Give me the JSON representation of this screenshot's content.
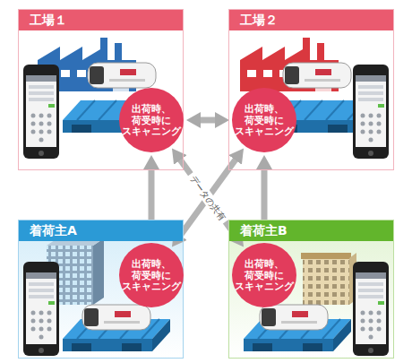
{
  "diagram": {
    "nodes": [
      {
        "text": [
          "工場１"
        ]
      },
      {
        "text": [
          "出荷時、 荷受時に スキャニング"
        ],
        "in": 0
      },
      {
        "text": [
          "工場２"
        ]
      },
      {
        "text": [
          "出荷時、 荷受時に スキャニング"
        ],
        "in": 2
      },
      {
        "text": [
          "着荷主A"
        ]
      },
      {
        "text": [
          "出荷時、 荷受時に スキャニング"
        ],
        "in": 4
      },
      {
        "text": [
          "着荷主B"
        ]
      },
      {
        "text": [
          "出荷時、 荷受時に スキャニング"
        ],
        "in": 6
      }
    ],
    "edges": [
      {
        "from": 1,
        "to": 3,
        "arrow": "both"
      },
      {
        "from": 1,
        "to": 5,
        "arrow": "both"
      },
      {
        "from": 3,
        "to": 7,
        "arrow": "both"
      },
      {
        "from": 1,
        "to": 7,
        "label": "データの共有",
        "arrow": "both"
      },
      {
        "from": 3,
        "to": 5,
        "arrow": "both"
      }
    ]
  }
}
